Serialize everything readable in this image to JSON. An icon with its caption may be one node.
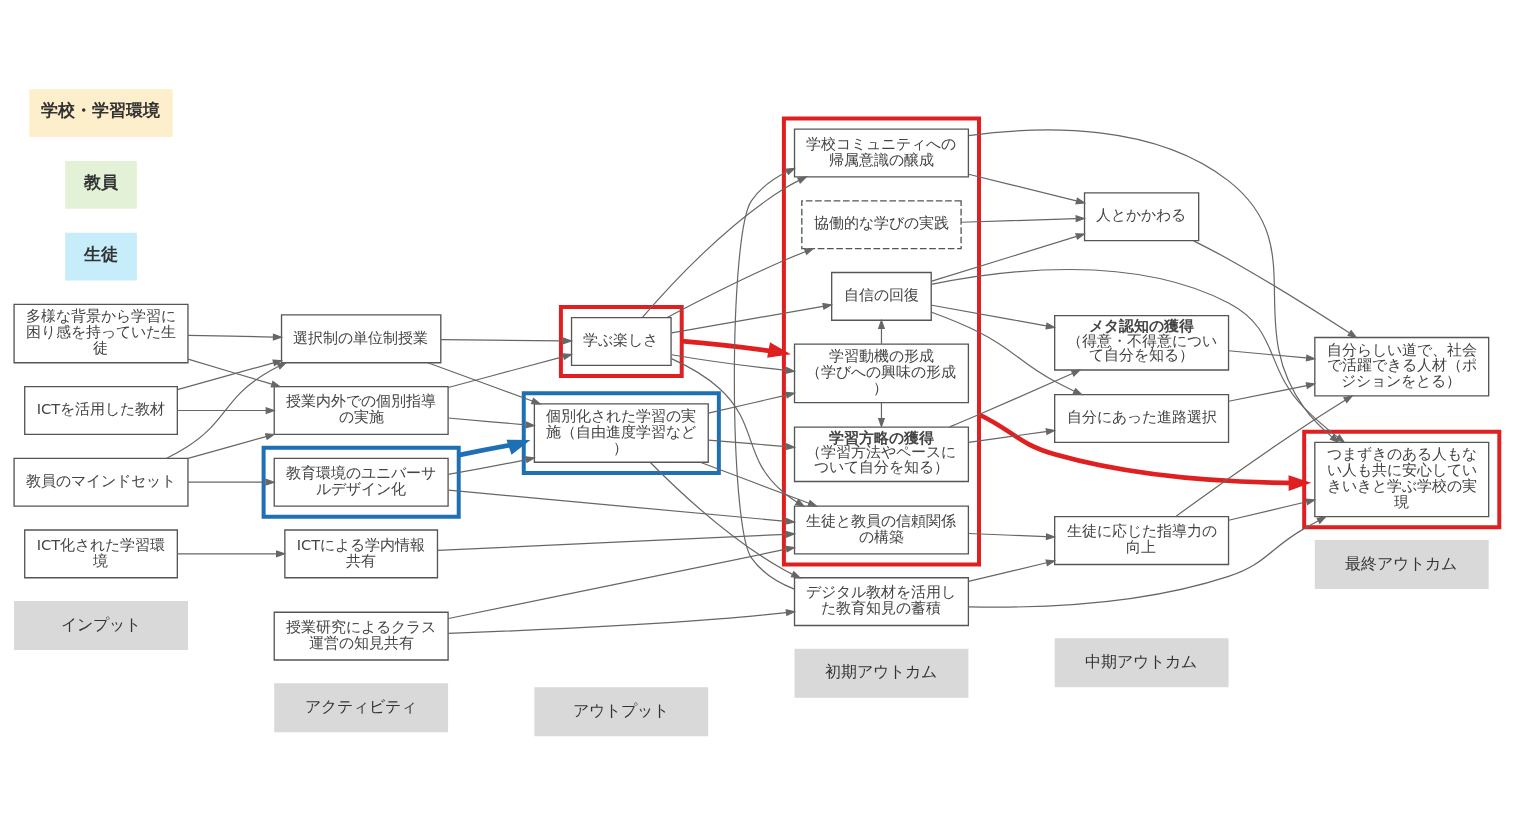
{
  "diagram": {
    "nodes": [
      {
        "text": [
          "インプット"
        ]
      },
      {
        "text": [
          "アクティビティ"
        ]
      },
      {
        "text": [
          "アウトプット"
        ]
      },
      {
        "text": [
          "初期アウトカム"
        ]
      },
      {
        "text": [
          "中期アウトカム"
        ]
      },
      {
        "text": [
          "最終アウトカム"
        ]
      },
      {
        "text": [
          "多様な背景から学習に困り感を持っていた生徒"
        ]
      },
      {
        "text": [
          "ICTを活用した教材"
        ]
      },
      {
        "text": [
          "教員のマインドセット"
        ]
      },
      {
        "text": [
          "ICT化された学習環境"
        ]
      },
      {
        "text": [
          "選択制の単位制授業"
        ]
      },
      {
        "text": [
          "授業内外での個別指導の実施"
        ]
      },
      {
        "text": [
          "授業研究によるクラス運営の知見共有"
        ]
      },
      {
        "text": [],
        "shape": "box"
      },
      {
        "text": [
          "教育環境のユニバーサルデザイン化"
        ],
        "in": 13
      },
      {
        "text": [
          "ICTによる学内情報共有"
        ]
      },
      {
        "text": [],
        "shape": "box"
      },
      {
        "text": [
          "学ぶ楽しさ"
        ],
        "in": 16
      },
      {
        "text": [],
        "shape": "box"
      },
      {
        "text": [
          "個別化された学習の実施（自由進度学習など）"
        ],
        "in": 18
      },
      {
        "text": [],
        "shape": "box"
      },
      {
        "text": [
          "学習動機の形成",
          "（学びへの興味の形成）"
        ],
        "in": 20
      },
      {
        "text": [
          "学習方略の獲得",
          "（学習方法やペースについて自分を知る）"
        ],
        "in": 20
      },
      {
        "text": [
          "自信の回復"
        ],
        "in": 20
      },
      {
        "text": [
          "学校コミュニティへの帰属意識の醸成"
        ],
        "in": 20
      },
      {
        "text": [
          "生徒と教員の信頼関係の構築"
        ],
        "in": 20
      },
      {
        "text": [
          "協働的な学びの実践"
        ],
        "in": 20
      },
      {
        "text": [
          "デジタル教材を活用した教育知見の蓄積"
        ]
      },
      {
        "text": [
          "メタ認知の獲得",
          "（得意・不得意について自分を知る）"
        ]
      },
      {
        "text": [
          "自分にあった進路選択"
        ]
      },
      {
        "text": [
          "人とかかわる"
        ]
      },
      {
        "text": [
          "生徒に応じた指導力の向上"
        ]
      },
      {
        "text": [],
        "shape": "box"
      },
      {
        "text": [
          "自分らしい道で、社会で活躍できる人材（ポジションをとる）"
        ]
      },
      {
        "text": [
          "つまずきのある人もない人も共に安心していきいきと学ぶ学校の実現"
        ],
        "in": 32
      }
    ],
    "edges": [
      {
        "from": 6,
        "to": 10,
        "arrow": "to"
      },
      {
        "from": 6,
        "to": 11,
        "arrow": "to"
      },
      {
        "from": 7,
        "to": 10,
        "arrow": "to"
      },
      {
        "from": 7,
        "to": 11,
        "arrow": "to"
      },
      {
        "from": 8,
        "to": 10,
        "arrow": "to"
      },
      {
        "from": 8,
        "to": 11,
        "arrow": "to"
      },
      {
        "from": 8,
        "to": 14,
        "arrow": "to"
      },
      {
        "from": 9,
        "to": 15,
        "arrow": "to"
      },
      {
        "from": 10,
        "to": 17,
        "arrow": "to"
      },
      {
        "from": 10,
        "to": 19,
        "arrow": "to"
      },
      {
        "from": 11,
        "to": 17,
        "arrow": "to"
      },
      {
        "from": 11,
        "to": 19,
        "arrow": "to"
      },
      {
        "from": 12,
        "to": 25,
        "arrow": "to"
      },
      {
        "from": 12,
        "to": 27,
        "arrow": "to"
      },
      {
        "from": 14,
        "to": 19,
        "arrow": "to"
      },
      {
        "from": 14,
        "to": 25,
        "arrow": "to"
      },
      {
        "from": 15,
        "to": 25,
        "arrow": "to"
      },
      {
        "from": 17,
        "to": 21,
        "arrow": "to"
      },
      {
        "from": 17,
        "to": 23,
        "arrow": "to"
      },
      {
        "from": 17,
        "to": 24,
        "arrow": "to"
      },
      {
        "from": 17,
        "to": 25,
        "arrow": "to"
      },
      {
        "from": 17,
        "to": 26,
        "arrow": "to"
      },
      {
        "from": 19,
        "to": 21,
        "arrow": "to"
      },
      {
        "from": 19,
        "to": 22,
        "arrow": "to"
      },
      {
        "from": 19,
        "to": 25,
        "arrow": "to"
      },
      {
        "from": 19,
        "to": 27,
        "arrow": "to"
      },
      {
        "from": 21,
        "to": 22,
        "arrow": "to"
      },
      {
        "from": 21,
        "to": 23,
        "arrow": "to"
      },
      {
        "from": 22,
        "to": 28,
        "arrow": "to"
      },
      {
        "from": 22,
        "to": 29,
        "arrow": "to"
      },
      {
        "from": 23,
        "to": 28,
        "arrow": "to"
      },
      {
        "from": 23,
        "to": 29,
        "arrow": "to"
      },
      {
        "from": 23,
        "to": 30,
        "arrow": "to"
      },
      {
        "from": 23,
        "to": 34,
        "arrow": "to"
      },
      {
        "from": 24,
        "to": 30,
        "arrow": "to"
      },
      {
        "from": 24,
        "to": 34,
        "arrow": "to"
      },
      {
        "from": 25,
        "to": 31,
        "arrow": "to"
      },
      {
        "from": 26,
        "to": 30,
        "arrow": "to"
      },
      {
        "from": 27,
        "to": 24,
        "arrow": "to"
      },
      {
        "from": 27,
        "to": 31,
        "arrow": "to"
      },
      {
        "from": 27,
        "to": 34,
        "arrow": "to"
      },
      {
        "from": 28,
        "to": 33,
        "arrow": "to"
      },
      {
        "from": 29,
        "to": 33,
        "arrow": "to"
      },
      {
        "from": 30,
        "to": 33,
        "arrow": "to"
      },
      {
        "from": 31,
        "to": 33,
        "arrow": "to"
      },
      {
        "from": 31,
        "to": 34,
        "arrow": "to"
      },
      {
        "from": 16,
        "to": 20,
        "arrow": "to",
        "style": "thick",
        "color": "#e02020"
      },
      {
        "from": 20,
        "to": 32,
        "arrow": "to",
        "style": "thick",
        "color": "#e02020"
      },
      {
        "from": 13,
        "to": 18,
        "arrow": "to",
        "style": "thick",
        "color": "#1f6fb5"
      }
    ],
    "labels": [
      "生徒",
      "教員",
      "学校・学習環境"
    ]
  }
}
